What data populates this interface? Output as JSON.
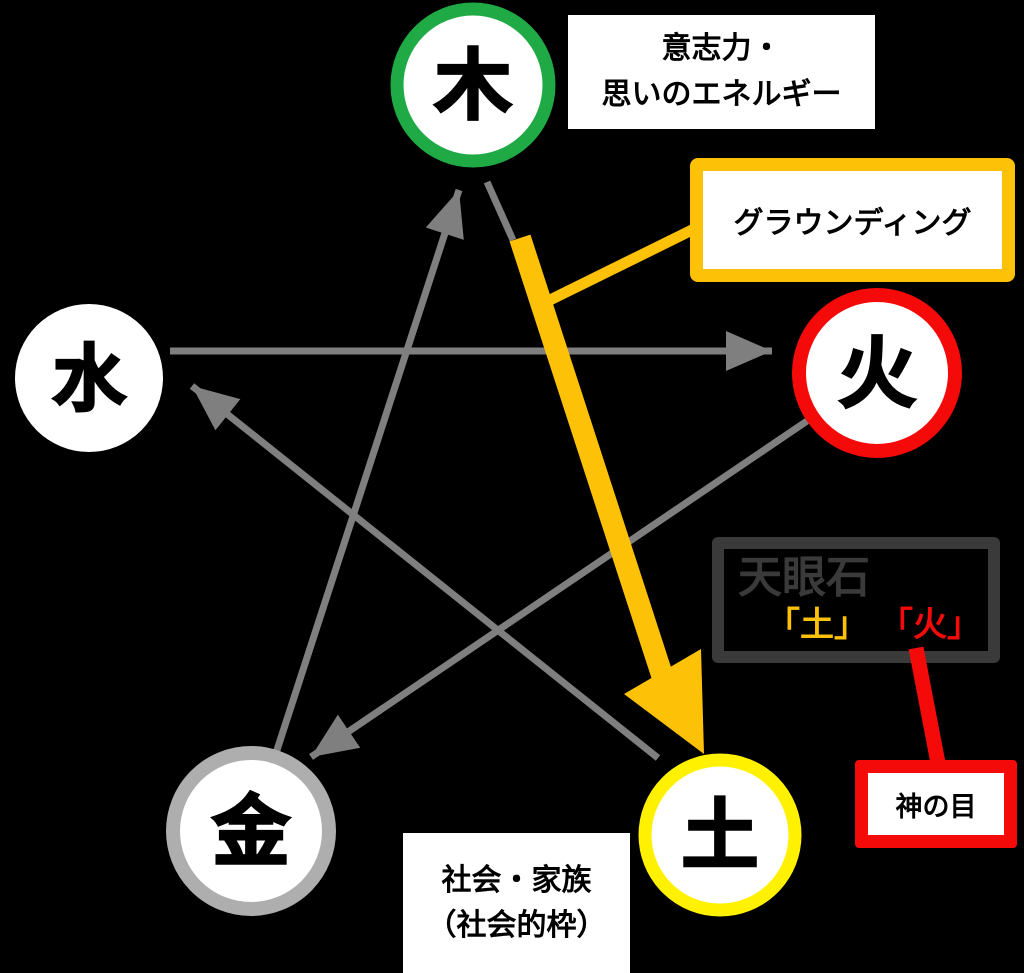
{
  "diagram": {
    "background": "#000000",
    "nodes": [
      {
        "id": "wood",
        "label": "木",
        "ring_color": "#1faa46"
      },
      {
        "id": "fire",
        "label": "火",
        "ring_color": "#f50a0a"
      },
      {
        "id": "earth",
        "label": "土",
        "ring_color": "#fff100"
      },
      {
        "id": "metal",
        "label": "金",
        "ring_color": "#aeaeae"
      },
      {
        "id": "water",
        "label": "水",
        "ring_color": "#ffffff"
      }
    ],
    "arrows": [
      {
        "from": "水",
        "to": "火",
        "color": "#7f7f7f"
      },
      {
        "from": "木",
        "to": "土",
        "color": "#7f7f7f"
      },
      {
        "from": "土",
        "to": "水",
        "color": "#7f7f7f"
      },
      {
        "from": "火",
        "to": "金",
        "color": "#7f7f7f"
      },
      {
        "from": "金",
        "to": "木",
        "color": "#7f7f7f"
      }
    ],
    "grounding_arrow": {
      "from": "木",
      "to": "土",
      "color": "#fdc108"
    }
  },
  "callouts": {
    "willpower": {
      "line1": "意志力・",
      "line2": "思いのエネルギー"
    },
    "grounding": {
      "label": "グラウンディング",
      "border_color": "#fdc108"
    },
    "tenganseki": {
      "title": "天眼石",
      "earth_tag": "「土」",
      "fire_tag": "「火」",
      "border_color": "#3a3a3a",
      "earth_color": "#fdc108",
      "fire_color": "#f50a0a"
    },
    "eye_of_god": {
      "label": "神の目",
      "border_color": "#f50a0a"
    },
    "society": {
      "line1": "社会・家族",
      "line2": "（社会的枠）"
    }
  }
}
